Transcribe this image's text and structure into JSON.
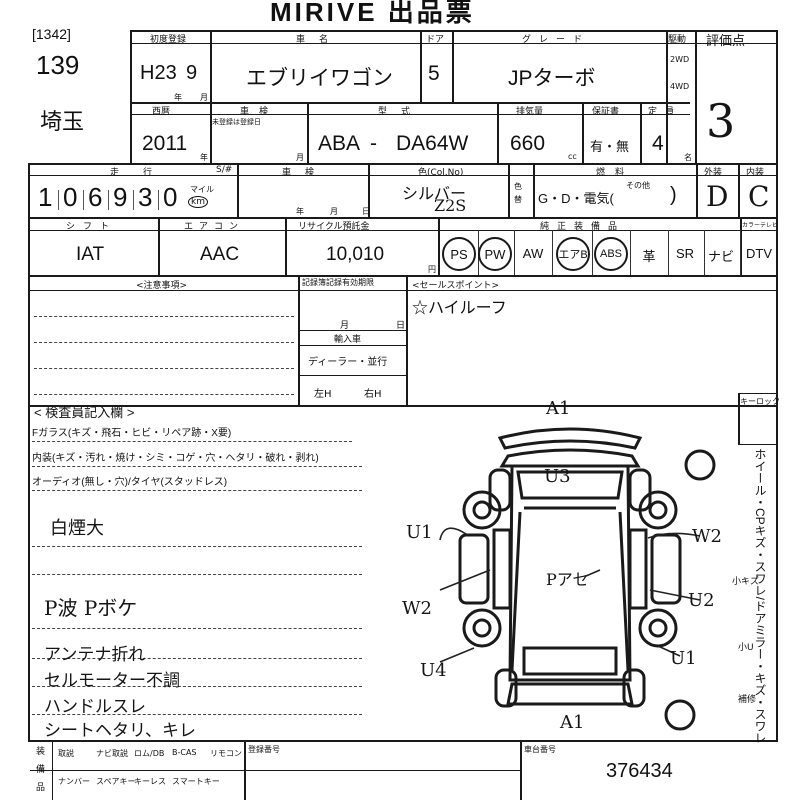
{
  "header": {
    "title": "MIRIVE 出品票",
    "lot_bracket": "[1342]",
    "lot_no": "139",
    "region": "埼玉"
  },
  "row1": {
    "labels": {
      "reg": "初度登録",
      "name": "車名",
      "doors": "ドア",
      "grade": "グレード",
      "drive": "駆動",
      "score": "評価点"
    },
    "year_unit": "年",
    "month_unit": "月",
    "reg_year": "H23",
    "reg_month": "9",
    "car_name": "エブリイワゴン",
    "doors": "5",
    "grade": "JPターボ",
    "drive_options": [
      "2WD",
      "4WD"
    ],
    "score": "3"
  },
  "row2": {
    "labels": {
      "model_year": "西暦",
      "inspection": "車検",
      "inspection_note": "未登録は登録日",
      "type": "型式",
      "cc": "排気量",
      "warranty": "保証書",
      "seats": "定員"
    },
    "model_year": "2011",
    "year_unit": "年",
    "month_unit": "月",
    "type_prefix": "ABA",
    "type_dash": "-",
    "type_code": "DA64W",
    "cc": "660",
    "cc_unit": "cc",
    "warranty": "有・無",
    "seats": "4",
    "seats_unit": "名"
  },
  "row3": {
    "labels": {
      "mileage": "走行",
      "meter": "S/#",
      "inspection": "車検",
      "color": "色(Col.No)",
      "fuel": "燃料",
      "ext": "外装",
      "int": "内装"
    },
    "mileage_digits": [
      "1",
      "0",
      "6",
      "9",
      "3",
      "0"
    ],
    "mile_unit": "マイル",
    "km_unit": "km",
    "year_unit": "年",
    "month_unit": "月",
    "day_unit": "日",
    "color": "シルバー",
    "color_no": "Z2S",
    "color_side": "色替",
    "fuel": "G・D・電気(",
    "fuel_other": "その他",
    "fuel_close": ")",
    "ext": "D",
    "int": "C"
  },
  "row4": {
    "labels": {
      "shift": "シフト",
      "ac": "エアコン",
      "recycle": "リサイクル預託金",
      "equip": "純正装備品",
      "option": "カラーテレビ"
    },
    "shift": "IAT",
    "ac": "AAC",
    "recycle": "10,010",
    "yen_unit": "円",
    "equipment": [
      "PS",
      "PW",
      "AW",
      "エアB",
      "ABS",
      "革",
      "SR",
      "ナビ",
      "DTV"
    ]
  },
  "notes": {
    "caution_label": "<注意事項>",
    "record_label": "記録簿記録有効期限",
    "month_unit": "月",
    "day_unit": "日",
    "import_label": "輸入車",
    "import_dealer": "ディーラー・並行",
    "handle_left": "左H",
    "handle_right": "右H",
    "sales_label": "<セールスポイント>",
    "sales_point": "☆ハイルーフ"
  },
  "inspector": {
    "label": "< 検査員記入欄 >",
    "line1": "Fガラス(キズ・飛石・ヒビ・リペア跡・X要)",
    "line2": "内装(キズ・汚れ・焼け・シミ・コゲ・穴・ヘタリ・破れ・剥れ)",
    "line3": "オーディオ(無し・穴)/タイヤ(スタッドレス)",
    "notes": [
      "白煙大",
      "P波 Pボケ",
      "アンテナ折れ",
      "セルモーター不調",
      "ハンドルスレ",
      "シートヘタリ、キレ"
    ]
  },
  "diagram": {
    "keyless_label": "キーロック",
    "legend": "ホイール・CPキズ・スワレ/ドアミラー・キズ・スワレ",
    "legend_sub": [
      "小キズ",
      "小U",
      "補修"
    ],
    "marks": {
      "front": "A1",
      "rear": "A1",
      "roof": "U3",
      "center": "Pアセ",
      "left_front": "U1",
      "left_mid": "W2",
      "left_rear": "U4",
      "right_front": "W2",
      "right_mid": "U2",
      "right_rear": "U1"
    }
  },
  "footer": {
    "labels": [
      "取説",
      "ナビ取説",
      "ロム/DB",
      "B-CAS",
      "リモコン",
      "ナンバー",
      "スペアキー",
      "キーレス",
      "スマートキー"
    ],
    "side": [
      "装",
      "備",
      "品"
    ],
    "reg_no_label": "登録番号",
    "vehicle_no_label": "車台番号",
    "vehicle_no": "376434"
  }
}
